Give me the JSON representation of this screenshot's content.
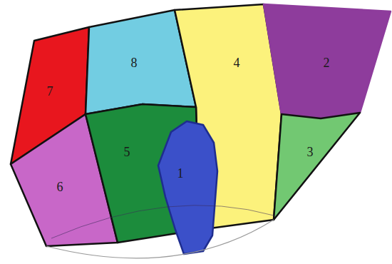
{
  "diagram": {
    "nodes": [
      {
        "text": [
          "7"
        ]
      },
      {
        "text": [
          "8"
        ]
      },
      {
        "text": [
          "4"
        ]
      },
      {
        "text": [
          "2"
        ]
      },
      {
        "text": [
          "6"
        ]
      },
      {
        "text": [
          "5"
        ]
      },
      {
        "text": [
          "1"
        ]
      },
      {
        "text": [
          "3"
        ]
      }
    ]
  }
}
